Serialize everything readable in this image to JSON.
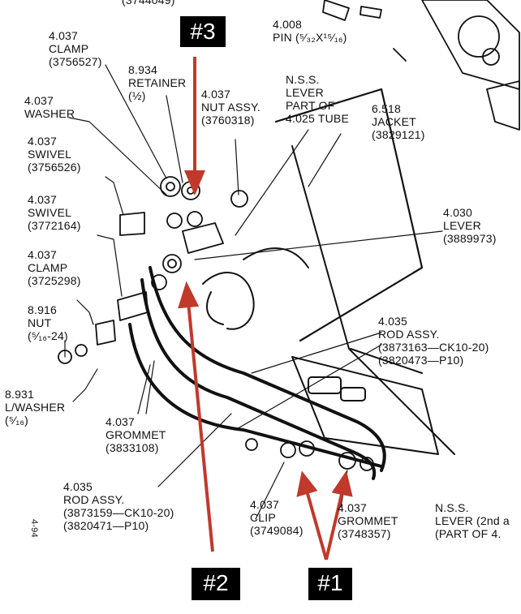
{
  "callouts": {
    "tag1": "#1",
    "tag2": "#2",
    "tag3": "#3",
    "arrow_color": "#c0392b"
  },
  "labels": {
    "top_partial": "(3744049)",
    "pin": "4.008\nPIN (⁵⁄₃₂X¹⁵⁄₁₆)",
    "clamp_top": "4.037\nCLAMP\n(3756527)",
    "retainer": "8.934\nRETAINER\n(½)",
    "washer": "4.037\nWASHER",
    "nut_assy": "4.037\nNUT ASSY.\n(3760318)",
    "nss_lever": "N.S.S.\nLEVER\nPART OF\n4.025 TUBE",
    "jacket": "6.518\nJACKET\n(3829121)",
    "swivel_1": "4.037\nSWIVEL\n(3756526)",
    "swivel_2": "4.037\nSWIVEL\n(3772164)",
    "lever_4030": "4.030\nLEVER\n(3889973)",
    "clamp_2": "4.037\nCLAMP\n(3725298)",
    "nut_8916": "8.916\nNUT\n(⁵⁄₁₆-24)",
    "rod_assy_1": "4.035\nROD ASSY.\n(3873163—CK10-20)\n(3820473—P10)",
    "lwasher": "8.931\nL/WASHER\n(⁵⁄₁₆)",
    "grommet_1": "4.037\nGROMMET\n(3833108)",
    "rod_assy_2": "4.035\nROD ASSY.\n(3873159—CK10-20)\n(3820471—P10)",
    "clip": "4.037\nCLIP\n(3749084)",
    "grommet_2": "4.037\nGROMMET\n(3748357)",
    "nss_lever_2": "N.S.S.\nLEVER (2nd a\n(PART OF 4.",
    "page_num": "4-94"
  }
}
